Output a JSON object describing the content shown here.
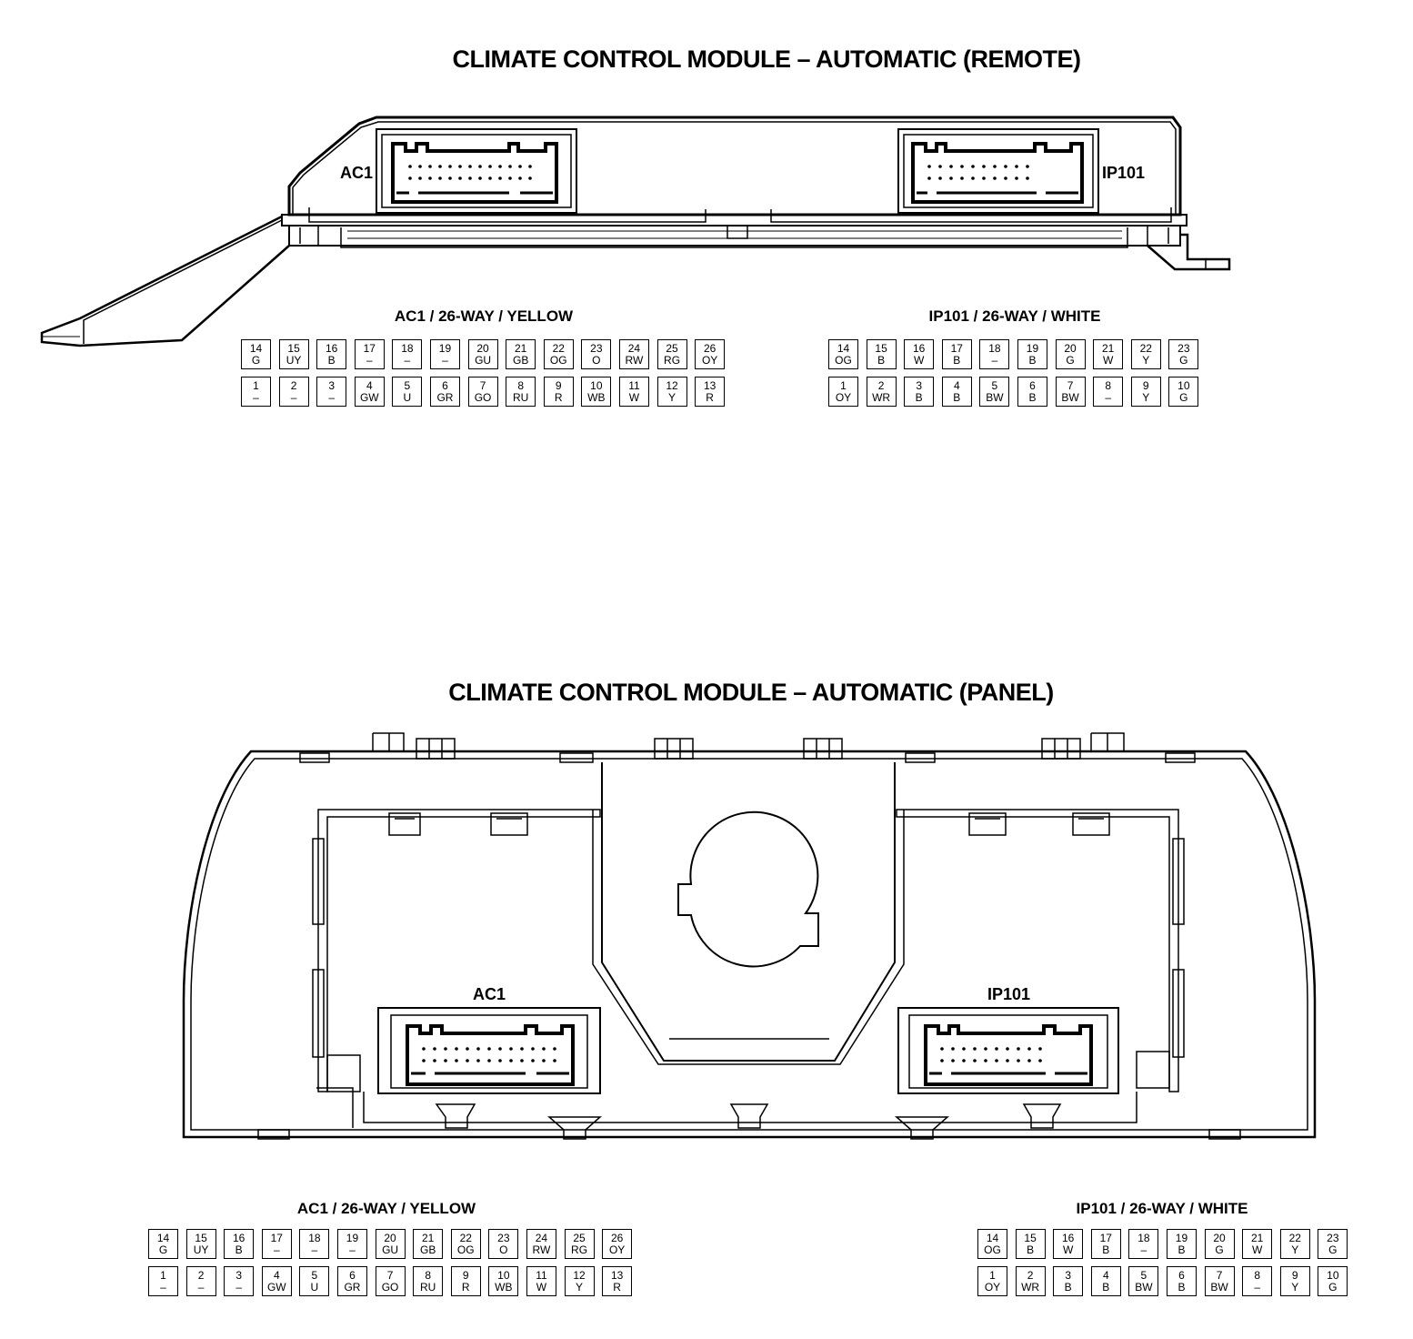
{
  "remote": {
    "title": "CLIMATE CONTROL MODULE – AUTOMATIC (REMOTE)",
    "label_left": "AC1",
    "label_right": "IP101"
  },
  "panel": {
    "title": "CLIMATE CONTROL MODULE – AUTOMATIC (PANEL)",
    "label_left": "AC1",
    "label_right": "IP101"
  },
  "ac1": {
    "title": "AC1 / 26-WAY / YELLOW",
    "top_row": [
      {
        "pin": "14",
        "color": "G"
      },
      {
        "pin": "15",
        "color": "UY"
      },
      {
        "pin": "16",
        "color": "B"
      },
      {
        "pin": "17",
        "color": "–"
      },
      {
        "pin": "18",
        "color": "–"
      },
      {
        "pin": "19",
        "color": "–"
      },
      {
        "pin": "20",
        "color": "GU"
      },
      {
        "pin": "21",
        "color": "GB"
      },
      {
        "pin": "22",
        "color": "OG"
      },
      {
        "pin": "23",
        "color": "O"
      },
      {
        "pin": "24",
        "color": "RW"
      },
      {
        "pin": "25",
        "color": "RG"
      },
      {
        "pin": "26",
        "color": "OY"
      }
    ],
    "bottom_row": [
      {
        "pin": "1",
        "color": "–"
      },
      {
        "pin": "2",
        "color": "–"
      },
      {
        "pin": "3",
        "color": "–"
      },
      {
        "pin": "4",
        "color": "GW"
      },
      {
        "pin": "5",
        "color": "U"
      },
      {
        "pin": "6",
        "color": "GR"
      },
      {
        "pin": "7",
        "color": "GO"
      },
      {
        "pin": "8",
        "color": "RU"
      },
      {
        "pin": "9",
        "color": "R"
      },
      {
        "pin": "10",
        "color": "WB"
      },
      {
        "pin": "11",
        "color": "W"
      },
      {
        "pin": "12",
        "color": "Y"
      },
      {
        "pin": "13",
        "color": "R"
      }
    ]
  },
  "ip101": {
    "title": "IP101 / 26-WAY / WHITE",
    "top_row": [
      {
        "pin": "14",
        "color": "OG"
      },
      {
        "pin": "15",
        "color": "B"
      },
      {
        "pin": "16",
        "color": "W"
      },
      {
        "pin": "17",
        "color": "B"
      },
      {
        "pin": "18",
        "color": "–"
      },
      {
        "pin": "19",
        "color": "B"
      },
      {
        "pin": "20",
        "color": "G"
      },
      {
        "pin": "21",
        "color": "W"
      },
      {
        "pin": "22",
        "color": "Y"
      },
      {
        "pin": "23",
        "color": "G"
      }
    ],
    "bottom_row": [
      {
        "pin": "1",
        "color": "OY"
      },
      {
        "pin": "2",
        "color": "WR"
      },
      {
        "pin": "3",
        "color": "B"
      },
      {
        "pin": "4",
        "color": "B"
      },
      {
        "pin": "5",
        "color": "BW"
      },
      {
        "pin": "6",
        "color": "B"
      },
      {
        "pin": "7",
        "color": "BW"
      },
      {
        "pin": "8",
        "color": "–"
      },
      {
        "pin": "9",
        "color": "Y"
      },
      {
        "pin": "10",
        "color": "G"
      }
    ]
  }
}
